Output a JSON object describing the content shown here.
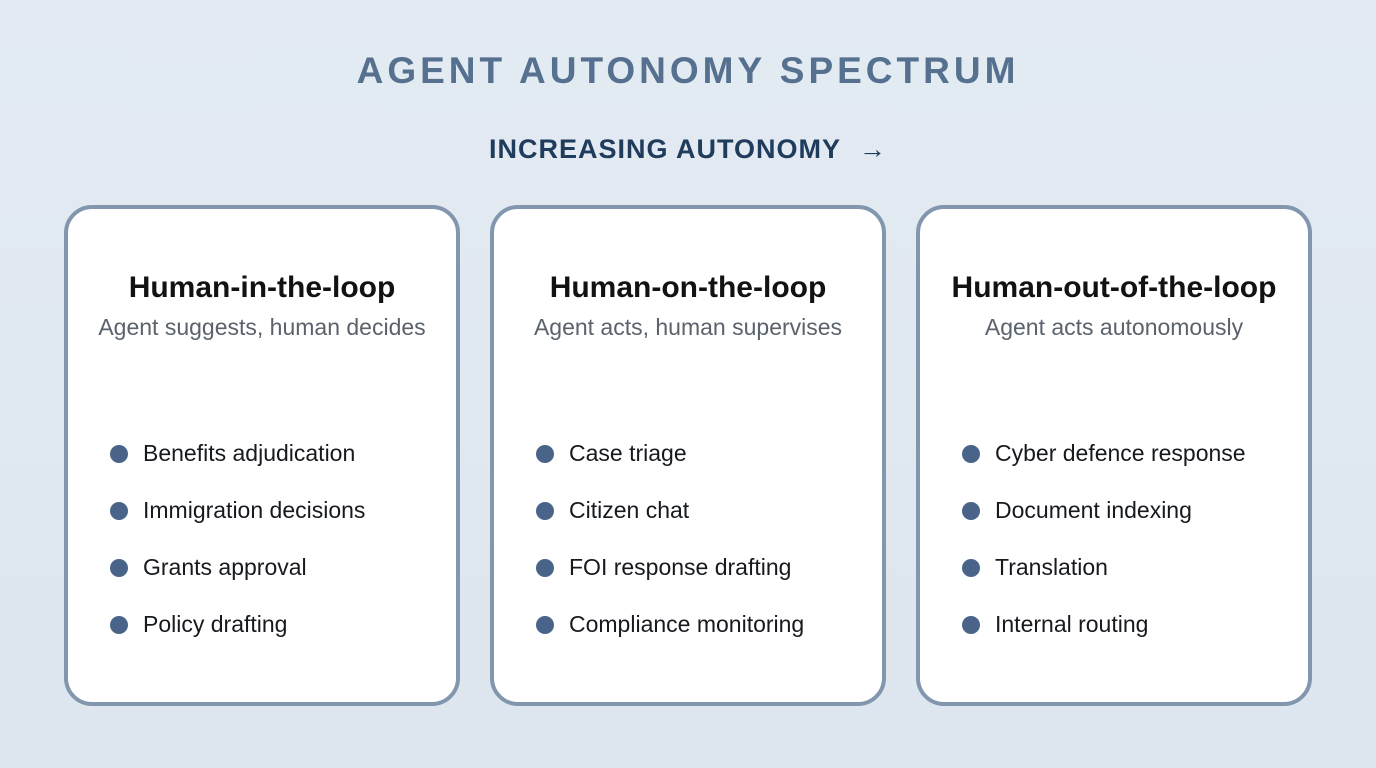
{
  "header": {
    "title": "AGENT AUTONOMY SPECTRUM",
    "flow_label": "INCREASING AUTONOMY",
    "arrow": "→"
  },
  "colors": {
    "page_background": "#dfe7f0",
    "card_background": "#ffffff",
    "card_border": "#8296ae",
    "title_text": "#56708f",
    "flow_label_text": "#203c5c",
    "card_title_text": "#121212",
    "card_subtitle_text": "#5a626c",
    "bullet": "#4a6489",
    "item_text": "#16191d"
  },
  "cards": [
    {
      "title": "Human-in-the-loop",
      "subtitle": "Agent suggests, human decides",
      "items": [
        "Benefits adjudication",
        "Immigration decisions",
        "Grants approval",
        "Policy drafting"
      ]
    },
    {
      "title": "Human-on-the-loop",
      "subtitle": "Agent acts, human supervises",
      "items": [
        "Case triage",
        "Citizen chat",
        "FOI response drafting",
        "Compliance monitoring"
      ]
    },
    {
      "title": "Human-out-of-the-loop",
      "subtitle": "Agent acts autonomously",
      "items": [
        "Cyber defence response",
        "Document indexing",
        "Translation",
        "Internal routing"
      ]
    }
  ]
}
